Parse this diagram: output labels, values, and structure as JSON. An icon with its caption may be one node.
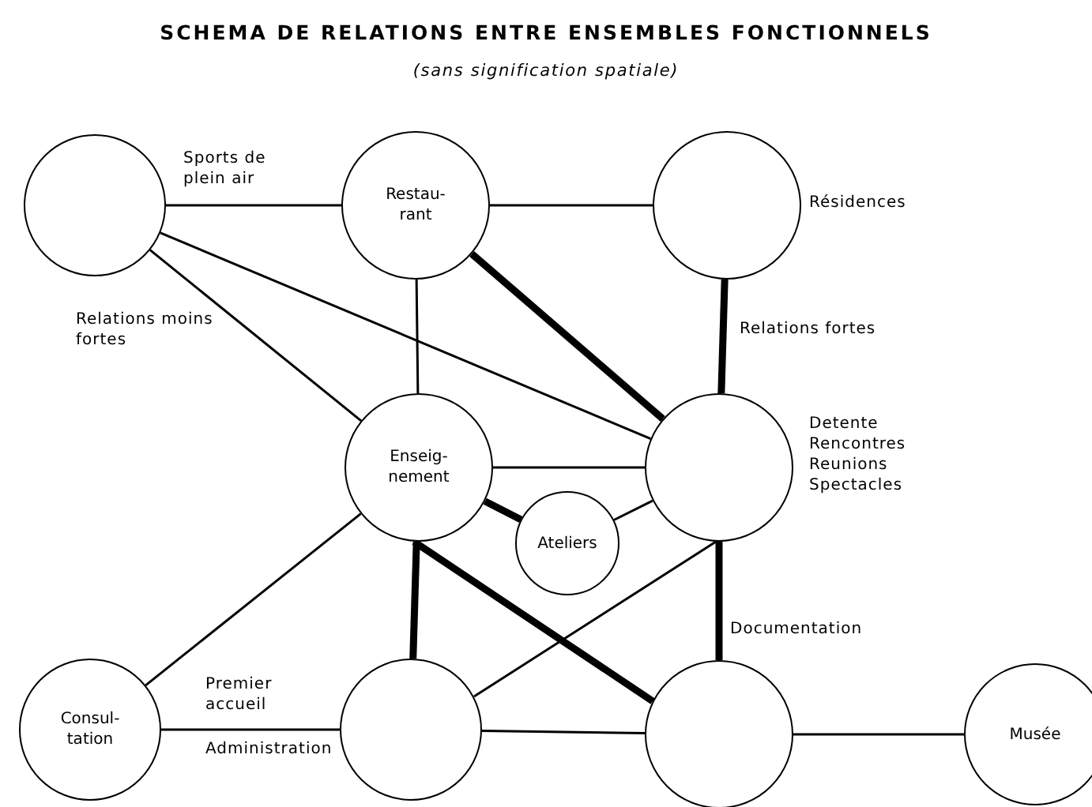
{
  "diagram": {
    "title": "SCHEMA DE RELATIONS ENTRE ENSEMBLES FONCTIONNELS",
    "caption": "(sans signification spatiale)",
    "nodes": [
      {
        "text": [],
        "shape": "circle",
        "beside": [
          "Sports de plein air"
        ]
      },
      {
        "text": [
          "Restau- rant"
        ]
      },
      {
        "text": [],
        "shape": "circle",
        "beside": [
          "Résidences"
        ]
      },
      {
        "text": [
          "Enseig- nement"
        ]
      },
      {
        "text": [],
        "shape": "circle",
        "beside": [
          "Detente Rencontres Reunions Spectacles"
        ]
      },
      {
        "text": [
          "Ateliers"
        ]
      },
      {
        "text": [
          "Consul- tation"
        ]
      },
      {
        "text": [],
        "shape": "circle",
        "beside": [
          "Premier accueil",
          "Administration"
        ]
      },
      {
        "text": [],
        "shape": "circle",
        "beside": [
          "Documentation"
        ]
      },
      {
        "text": [
          "Musée"
        ]
      }
    ],
    "edges": [
      {
        "from": 0,
        "to": 1,
        "arrow": "none"
      },
      {
        "from": 1,
        "to": 2,
        "arrow": "none"
      },
      {
        "from": 0,
        "to": 3,
        "arrow": "none"
      },
      {
        "from": 0,
        "to": 4,
        "arrow": "none"
      },
      {
        "from": 1,
        "to": 3,
        "arrow": "none"
      },
      {
        "from": 1,
        "to": 4,
        "arrow": "none",
        "style": "thick"
      },
      {
        "from": 2,
        "to": 4,
        "arrow": "none",
        "style": "thick"
      },
      {
        "from": 3,
        "to": 4,
        "arrow": "none"
      },
      {
        "from": 3,
        "to": 5,
        "arrow": "none",
        "style": "thick"
      },
      {
        "from": 4,
        "to": 5,
        "arrow": "none"
      },
      {
        "from": 3,
        "to": 6,
        "arrow": "none"
      },
      {
        "from": 3,
        "to": 7,
        "arrow": "none",
        "style": "thick"
      },
      {
        "from": 3,
        "to": 8,
        "arrow": "none",
        "style": "thick"
      },
      {
        "from": 4,
        "to": 7,
        "arrow": "none"
      },
      {
        "from": 4,
        "to": 8,
        "arrow": "none",
        "style": "thick"
      },
      {
        "from": 6,
        "to": 7,
        "arrow": "none"
      },
      {
        "from": 7,
        "to": 8,
        "arrow": "none"
      },
      {
        "from": 8,
        "to": 9,
        "arrow": "none"
      }
    ],
    "labels": [
      "Relations moins fortes",
      "Relations fortes"
    ]
  }
}
